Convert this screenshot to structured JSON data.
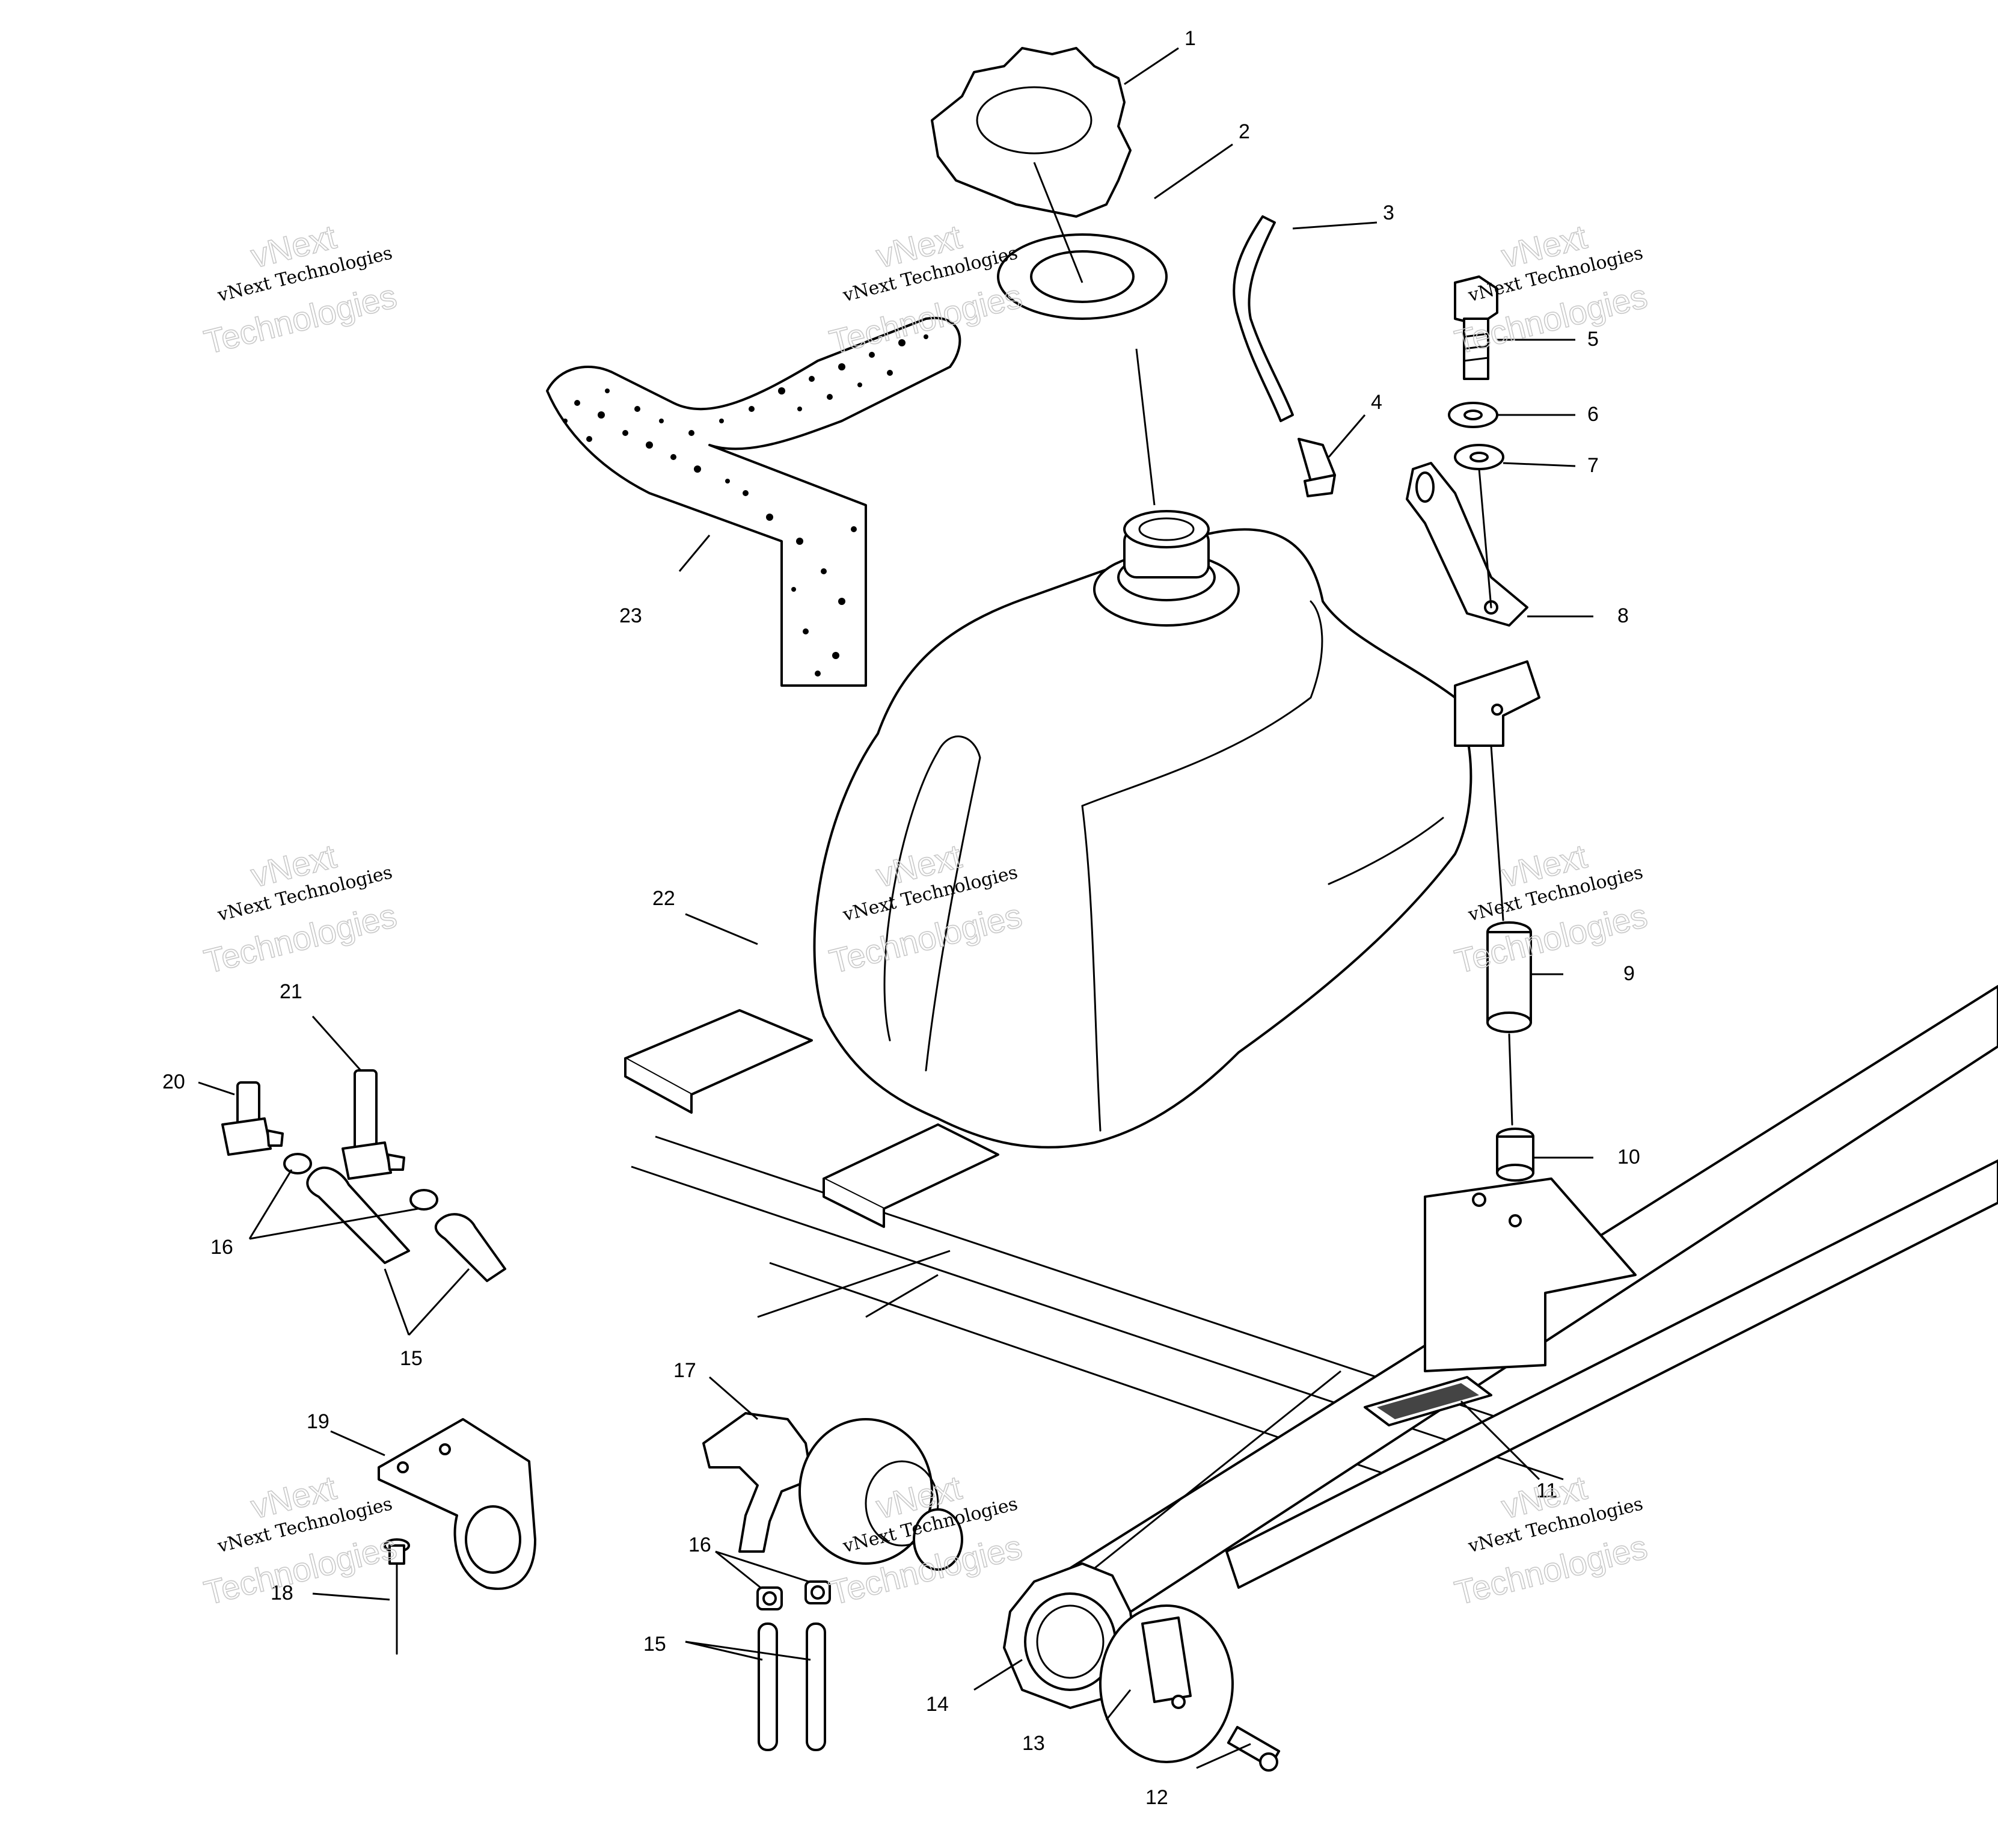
{
  "watermark": {
    "line1": "vNext",
    "line2": "vNext Technologies",
    "line3": "Technologies"
  },
  "callouts": [
    "1",
    "2",
    "3",
    "4",
    "5",
    "6",
    "7",
    "8",
    "9",
    "10",
    "11",
    "12",
    "13",
    "14",
    "15",
    "15",
    "16",
    "16",
    "17",
    "18",
    "19",
    "20",
    "21",
    "22",
    "23"
  ]
}
